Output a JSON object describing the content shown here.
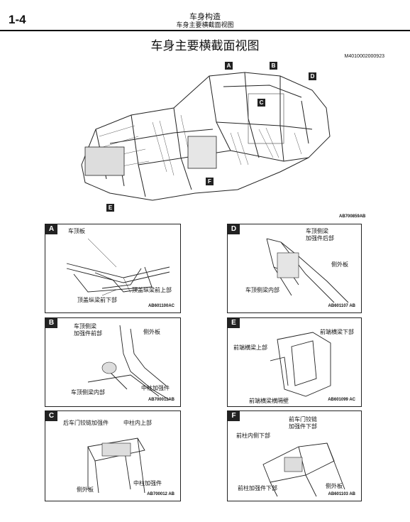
{
  "header": {
    "page_number": "1-4",
    "chapter": "车身构造",
    "section": "车身主要横截面视图"
  },
  "title": "车身主要横截面视图",
  "doc_code": "M4010002000923",
  "main_figure": {
    "ref": "AB700859AB",
    "callouts": [
      "A",
      "B",
      "C",
      "D",
      "E",
      "F"
    ]
  },
  "panels": {
    "A": {
      "tag": "A",
      "ref": "AB601100AC",
      "labels": [
        "车顶板",
        "顶盖纵梁前上部",
        "顶盖纵梁前下部"
      ]
    },
    "D": {
      "tag": "D",
      "ref": "AB601107 AB",
      "labels": [
        "车顶侧梁",
        "加强件后部",
        "侧外板",
        "车顶侧梁内部"
      ]
    },
    "B": {
      "tag": "B",
      "ref": "AB700011AB",
      "labels": [
        "车顶侧梁",
        "加强件前部",
        "侧外板",
        "中柱加强件",
        "车顶侧梁内部"
      ]
    },
    "E": {
      "tag": "E",
      "ref": "AB601099 AC",
      "labels": [
        "前端横梁下部",
        "前端横梁上部",
        "前端横梁横隔壁"
      ]
    },
    "C": {
      "tag": "C",
      "ref": "AB700012 AB",
      "labels": [
        "后车门铰链加强件",
        "中柱内上部",
        "中柱加强件",
        "侧外板"
      ]
    },
    "F": {
      "tag": "F",
      "ref": "AB601103 AB",
      "labels": [
        "前车门铰链",
        "加强件下部",
        "前柱内侧下部",
        "前柱加强件下部",
        "侧外板"
      ]
    }
  }
}
